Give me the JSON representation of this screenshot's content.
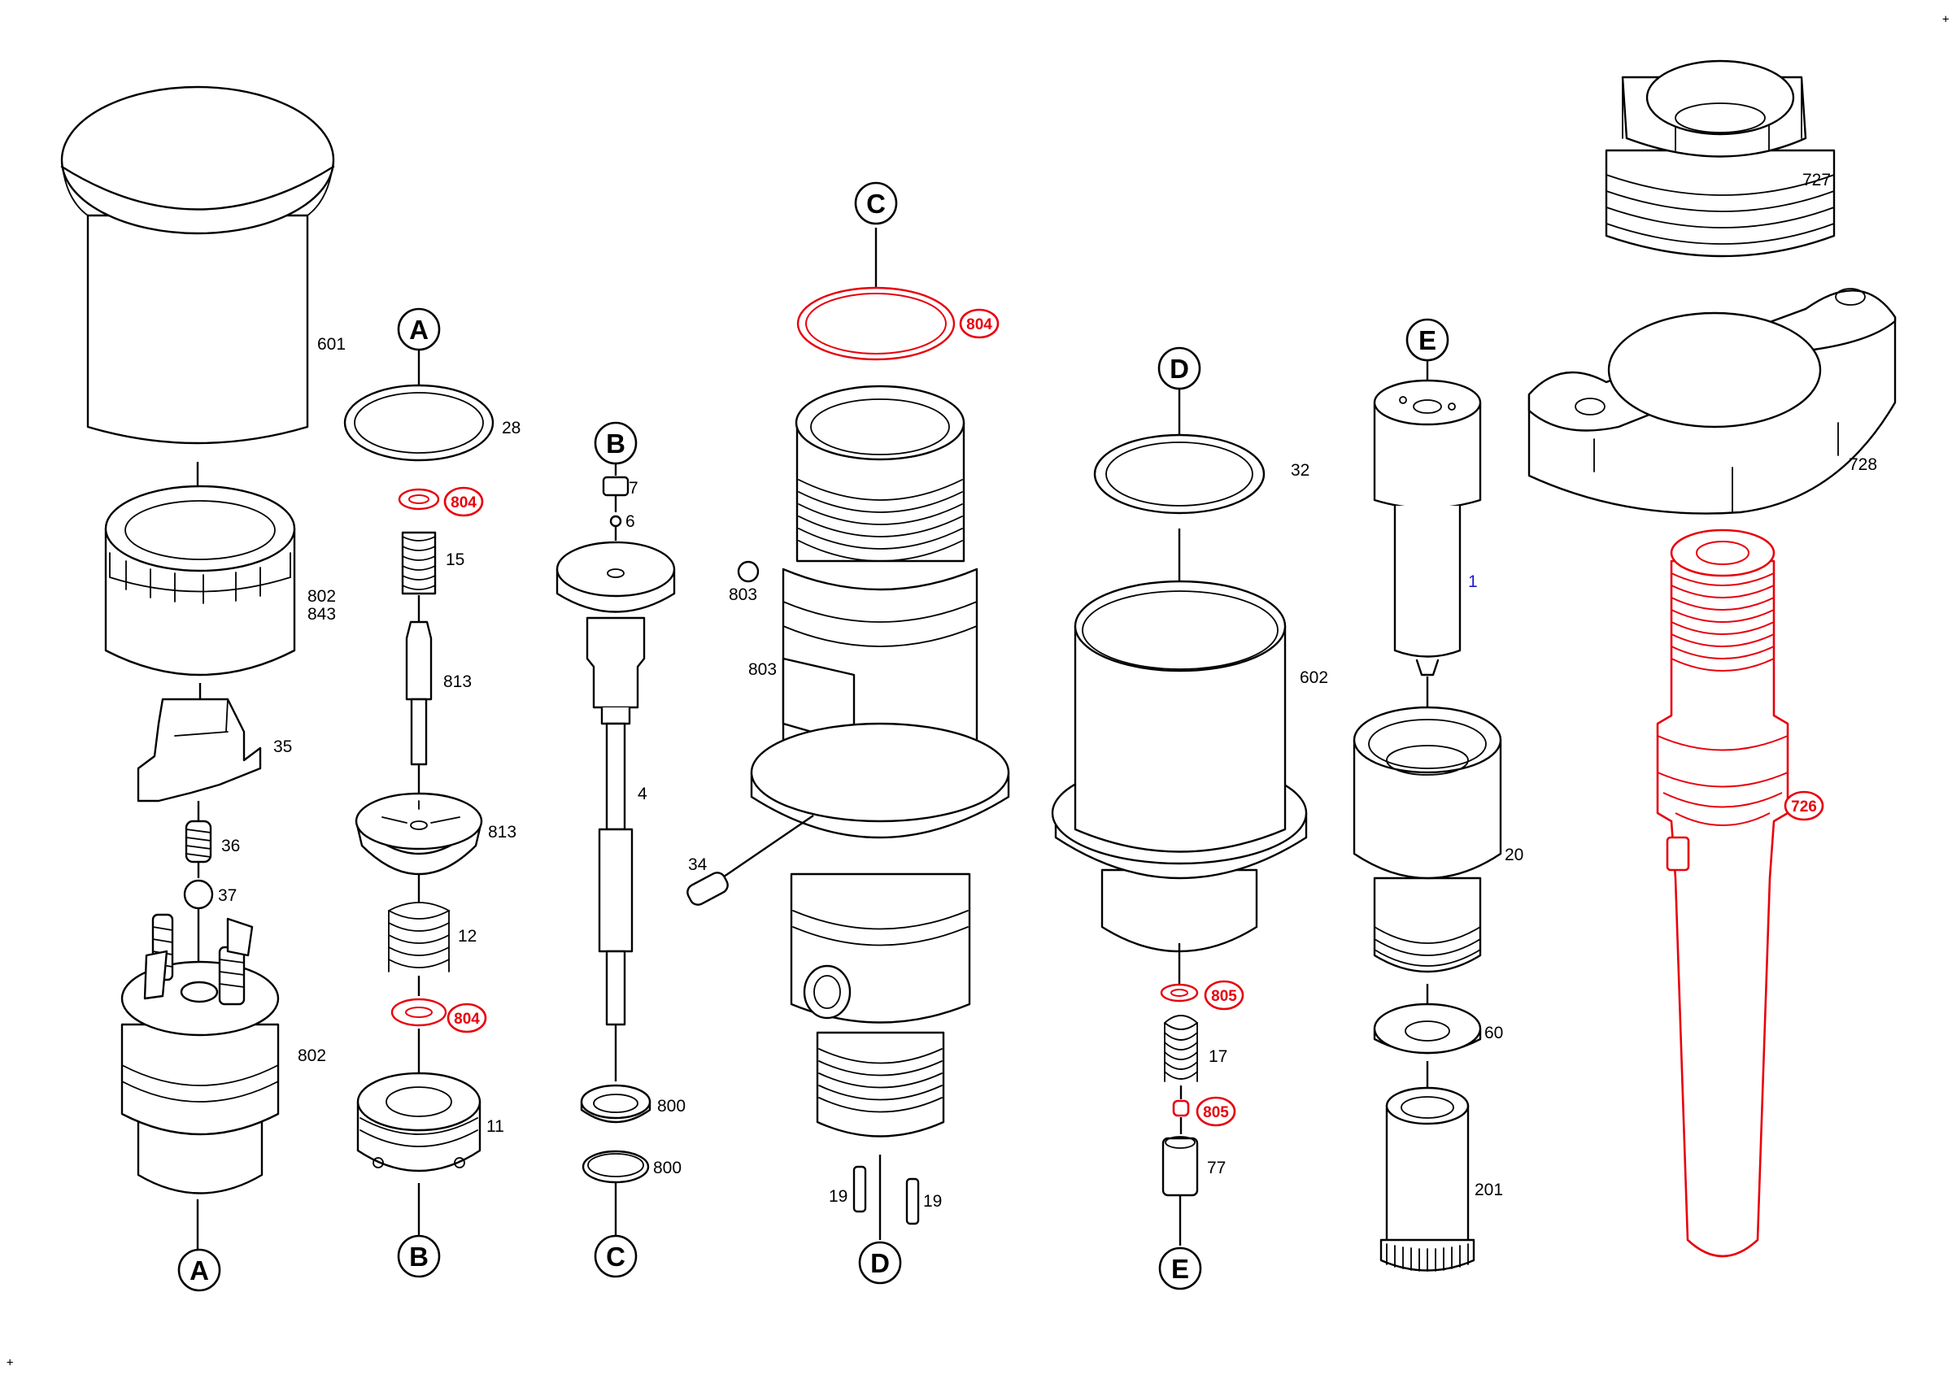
{
  "colors": {
    "line": "#000000",
    "highlight": "#e8000b",
    "accent_blue": "#1a1acc",
    "background": "#ffffff"
  },
  "ref_markers": [
    {
      "id": "top_A",
      "text": "A"
    },
    {
      "id": "bot_A",
      "text": "A"
    },
    {
      "id": "top_B",
      "text": "B"
    },
    {
      "id": "bot_B",
      "text": "B"
    },
    {
      "id": "top_C",
      "text": "C"
    },
    {
      "id": "bot_C",
      "text": "C"
    },
    {
      "id": "top_D",
      "text": "D"
    },
    {
      "id": "bot_D",
      "text": "D"
    },
    {
      "id": "top_E",
      "text": "E"
    },
    {
      "id": "bot_E",
      "text": "E"
    }
  ],
  "labels": {
    "p601": "601",
    "p802a": "802",
    "p843": "843",
    "p35": "35",
    "p36": "36",
    "p37": "37",
    "p802b": "802",
    "p28": "28",
    "p15": "15",
    "p813a": "813",
    "p813b": "813",
    "p12": "12",
    "p11": "11",
    "p7": "7",
    "p6": "6",
    "p4": "4",
    "p800a": "800",
    "p800b": "800",
    "p803a": "803",
    "p803b": "803",
    "p34": "34",
    "p19a": "19",
    "p19b": "19",
    "p32": "32",
    "p602": "602",
    "p17": "17",
    "p77": "77",
    "p1": "1",
    "p20": "20",
    "p60": "60",
    "p201": "201",
    "p727": "727",
    "p728": "728"
  },
  "red_labels": {
    "r804a": "804",
    "r804b": "804",
    "r804c": "804",
    "r805a": "805",
    "r805b": "805",
    "r726": "726"
  },
  "corner_marks": {
    "top_right": "+",
    "bottom_left": "+"
  }
}
